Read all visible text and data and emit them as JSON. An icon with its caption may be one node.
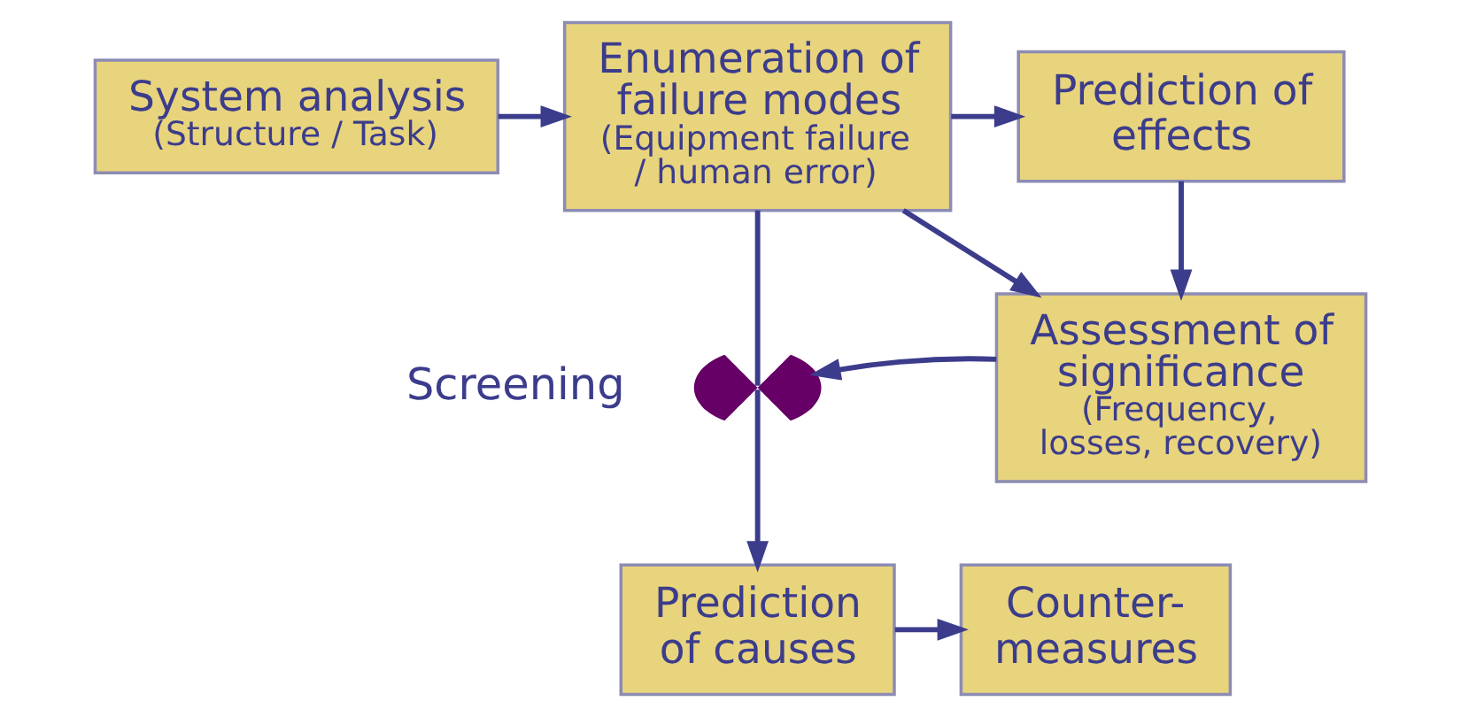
{
  "diagram": {
    "nodes": [
      {
        "text": [
          "System analysis",
          "(Structure / Task)"
        ]
      },
      {
        "text": [
          "Enumeration of failure modes",
          "(Equipment failure / human error)"
        ]
      },
      {
        "text": [
          "Prediction of effects"
        ]
      },
      {
        "text": [
          "Assessment of significance",
          "(Frequency, losses, recovery)"
        ]
      },
      {
        "text": [],
        "shape": "bowtie",
        "beside": [
          "Screening"
        ]
      },
      {
        "text": [
          "Prediction of causes"
        ]
      },
      {
        "text": [
          "Counter-measures"
        ]
      }
    ],
    "edges": [
      {
        "from": 0,
        "to": 1,
        "arrow": "to"
      },
      {
        "from": 1,
        "to": 2,
        "arrow": "to"
      },
      {
        "from": 1,
        "to": 3,
        "arrow": "to"
      },
      {
        "from": 2,
        "to": 3,
        "arrow": "to"
      },
      {
        "from": 3,
        "to": 4,
        "arrow": "to"
      },
      {
        "from": 1,
        "to": 4,
        "arrow": "none"
      },
      {
        "from": 4,
        "to": 5,
        "arrow": "to"
      },
      {
        "from": 5,
        "to": 6,
        "arrow": "to"
      }
    ]
  }
}
